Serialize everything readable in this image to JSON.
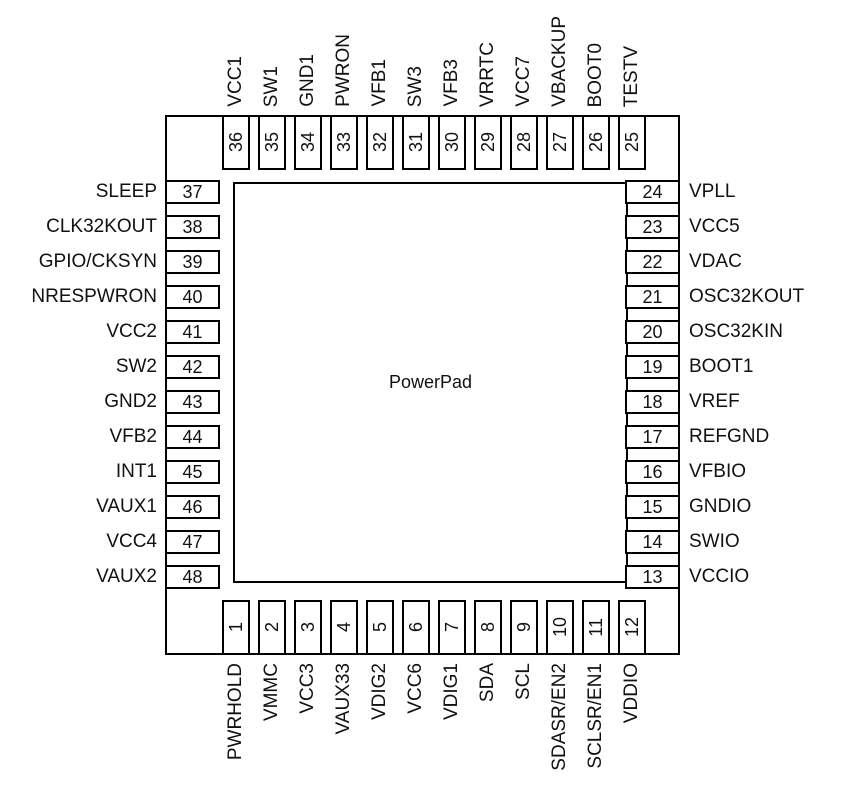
{
  "diagram": {
    "center_label": "PowerPad",
    "pins": {
      "top": [
        {
          "num": "36",
          "label": "VCC1"
        },
        {
          "num": "35",
          "label": "SW1"
        },
        {
          "num": "34",
          "label": "GND1"
        },
        {
          "num": "33",
          "label": "PWRON"
        },
        {
          "num": "32",
          "label": "VFB1"
        },
        {
          "num": "31",
          "label": "SW3"
        },
        {
          "num": "30",
          "label": "VFB3"
        },
        {
          "num": "29",
          "label": "VRRTC"
        },
        {
          "num": "28",
          "label": "VCC7"
        },
        {
          "num": "27",
          "label": "VBACKUP"
        },
        {
          "num": "26",
          "label": "BOOT0"
        },
        {
          "num": "25",
          "label": "TESTV"
        }
      ],
      "left": [
        {
          "num": "37",
          "label": "SLEEP"
        },
        {
          "num": "38",
          "label": "CLK32KOUT"
        },
        {
          "num": "39",
          "label": "GPIO/CKSYN"
        },
        {
          "num": "40",
          "label": "NRESPWRON"
        },
        {
          "num": "41",
          "label": "VCC2"
        },
        {
          "num": "42",
          "label": "SW2"
        },
        {
          "num": "43",
          "label": "GND2"
        },
        {
          "num": "44",
          "label": "VFB2"
        },
        {
          "num": "45",
          "label": "INT1"
        },
        {
          "num": "46",
          "label": "VAUX1"
        },
        {
          "num": "47",
          "label": "VCC4"
        },
        {
          "num": "48",
          "label": "VAUX2"
        }
      ],
      "right": [
        {
          "num": "24",
          "label": "VPLL"
        },
        {
          "num": "23",
          "label": "VCC5"
        },
        {
          "num": "22",
          "label": "VDAC"
        },
        {
          "num": "21",
          "label": "OSC32KOUT"
        },
        {
          "num": "20",
          "label": "OSC32KIN"
        },
        {
          "num": "19",
          "label": "BOOT1"
        },
        {
          "num": "18",
          "label": "VREF"
        },
        {
          "num": "17",
          "label": "REFGND"
        },
        {
          "num": "16",
          "label": "VFBIO"
        },
        {
          "num": "15",
          "label": "GNDIO"
        },
        {
          "num": "14",
          "label": "SWIO"
        },
        {
          "num": "13",
          "label": "VCCIO"
        }
      ],
      "bottom": [
        {
          "num": "1",
          "label": "PWRHOLD"
        },
        {
          "num": "2",
          "label": "VMMC"
        },
        {
          "num": "3",
          "label": "VCC3"
        },
        {
          "num": "4",
          "label": "VAUX33"
        },
        {
          "num": "5",
          "label": "VDIG2"
        },
        {
          "num": "6",
          "label": "VCC6"
        },
        {
          "num": "7",
          "label": "VDIG1"
        },
        {
          "num": "8",
          "label": "SDA"
        },
        {
          "num": "9",
          "label": "SCL"
        },
        {
          "num": "10",
          "label": "SDASR/EN2"
        },
        {
          "num": "11",
          "label": "SCLSR/EN1"
        },
        {
          "num": "12",
          "label": "VDDIO"
        }
      ]
    }
  }
}
